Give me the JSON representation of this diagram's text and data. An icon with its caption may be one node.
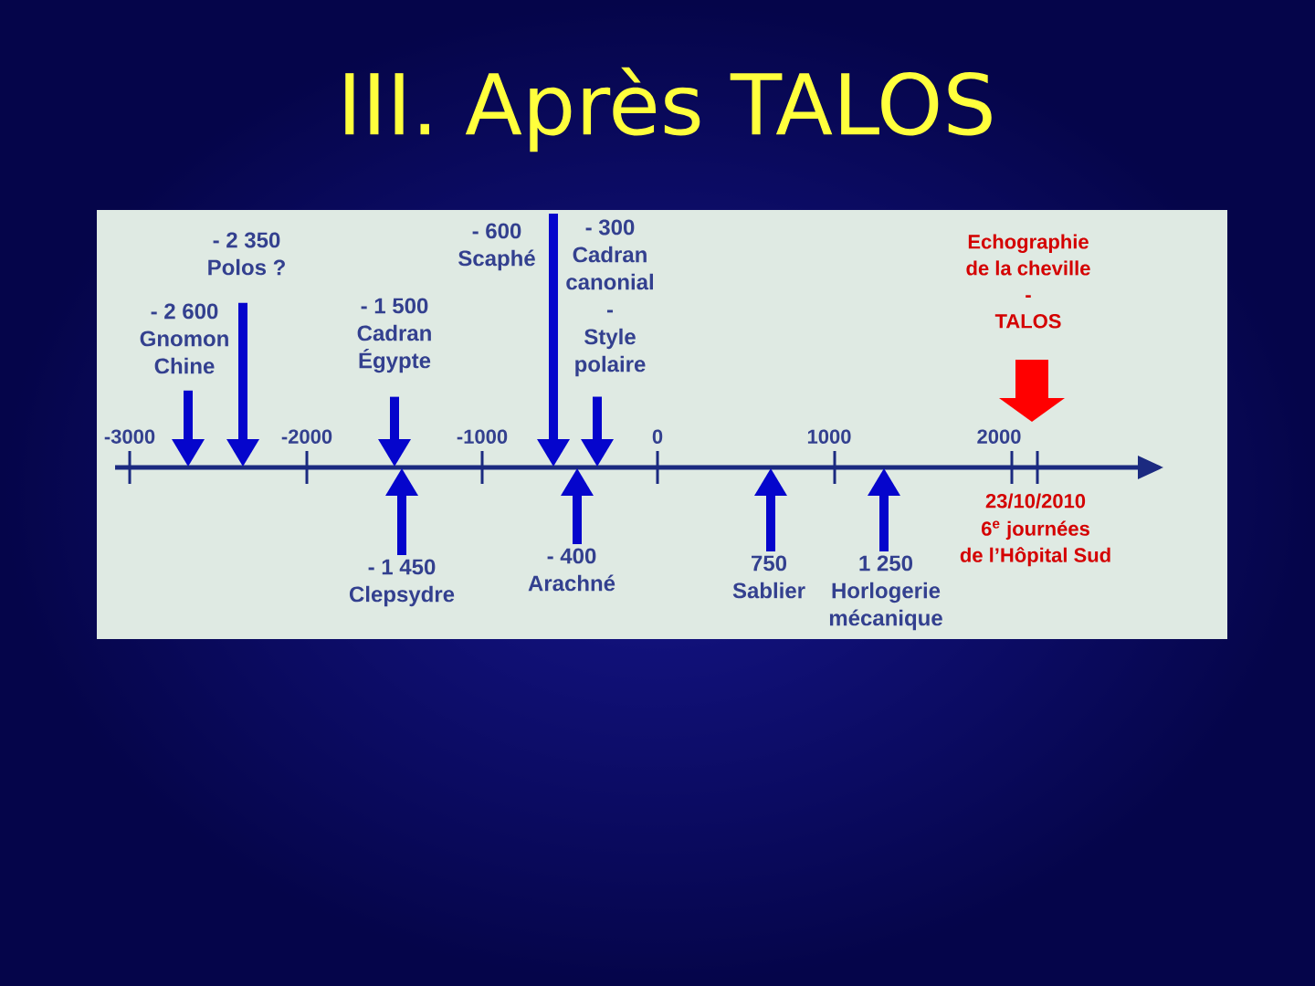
{
  "diagram": {
    "title": "III. Après TALOS",
    "nodes": [
      {
        "text": [
          "- 2 600",
          "Gnomon Chine"
        ]
      },
      {
        "text": [
          "- 2 350",
          "Polos ?"
        ]
      },
      {
        "text": [
          "- 1 500",
          "Cadran Égypte"
        ]
      },
      {
        "text": [
          "- 600",
          "Scaphé"
        ]
      },
      {
        "text": [
          "- 300",
          "Cadran canonial - Style polaire"
        ]
      },
      {
        "text": [
          "Echographie de la cheville - TALOS"
        ]
      },
      {
        "text": [
          "- 1 450",
          "Clepsydre"
        ]
      },
      {
        "text": [
          "- 400",
          "Arachné"
        ]
      },
      {
        "text": [
          "750",
          "Sablier"
        ]
      },
      {
        "text": [
          "1 250",
          "Horlogerie mécanique"
        ]
      }
    ],
    "edges": [
      {
        "from": 0,
        "to": null,
        "arrow": "to"
      },
      {
        "from": 1,
        "to": null,
        "arrow": "to"
      },
      {
        "from": 2,
        "to": null,
        "arrow": "to"
      },
      {
        "from": 3,
        "to": null,
        "arrow": "to"
      },
      {
        "from": 4,
        "to": null,
        "arrow": "to"
      },
      {
        "from": 5,
        "to": null,
        "arrow": "to",
        "style": "thick",
        "color": "#ff0000"
      },
      {
        "from": 6,
        "to": null,
        "arrow": "to"
      },
      {
        "from": 7,
        "to": null,
        "arrow": "to"
      },
      {
        "from": 8,
        "to": null,
        "arrow": "to"
      },
      {
        "from": 9,
        "to": null,
        "arrow": "to"
      }
    ],
    "labels": [
      "-3000",
      "-2000",
      "-1000",
      "0",
      "1000",
      "2000",
      "23/10/2010",
      "6$^{e}$ journées de l’Hôpital Sud"
    ]
  }
}
